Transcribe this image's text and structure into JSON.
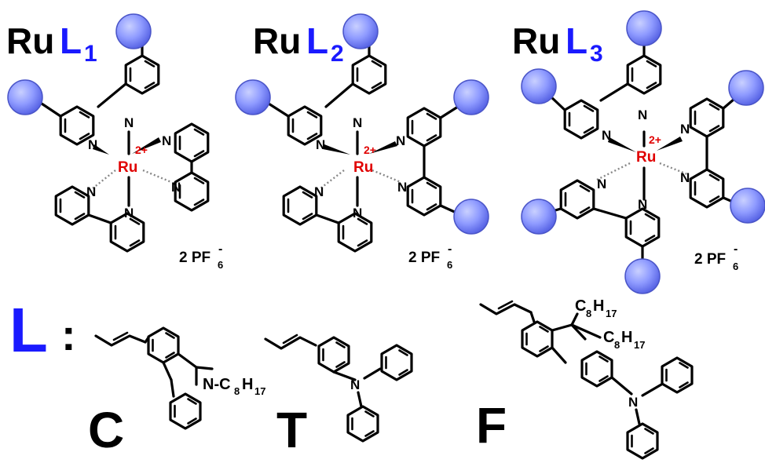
{
  "complexes": [
    {
      "metal": "Ru",
      "ligand": "L",
      "index": "1",
      "charge": "2+",
      "counterion": "2 PF",
      "counterion_sub": "6",
      "counterion_sup": "-"
    },
    {
      "metal": "Ru",
      "ligand": "L",
      "index": "2",
      "charge": "2+",
      "counterion": "2 PF",
      "counterion_sub": "6",
      "counterion_sup": "-"
    },
    {
      "metal": "Ru",
      "ligand": "L",
      "index": "3",
      "charge": "2+",
      "counterion": "2 PF",
      "counterion_sub": "6",
      "counterion_sup": "-"
    }
  ],
  "atom_N": "N",
  "ligand_section": {
    "label": "L",
    "colon": ":"
  },
  "ligands": [
    {
      "letter": "C",
      "substituent": "N-C",
      "sub_a": "8",
      "h": "H",
      "sub_b": "17"
    },
    {
      "letter": "T",
      "atom": "N"
    },
    {
      "letter": "F",
      "group1": "C",
      "group1_sub_a": "8",
      "group1_h": "H",
      "group1_sub_b": "17",
      "group2": "C",
      "group2_sub_a": "8",
      "group2_h": "H",
      "group2_sub_b": "17",
      "atom": "N"
    }
  ],
  "colors": {
    "sphere": "#8f9bff",
    "ruthenium": "#e00000",
    "ligand_label": "#1a1aff",
    "bond": "#000000"
  }
}
